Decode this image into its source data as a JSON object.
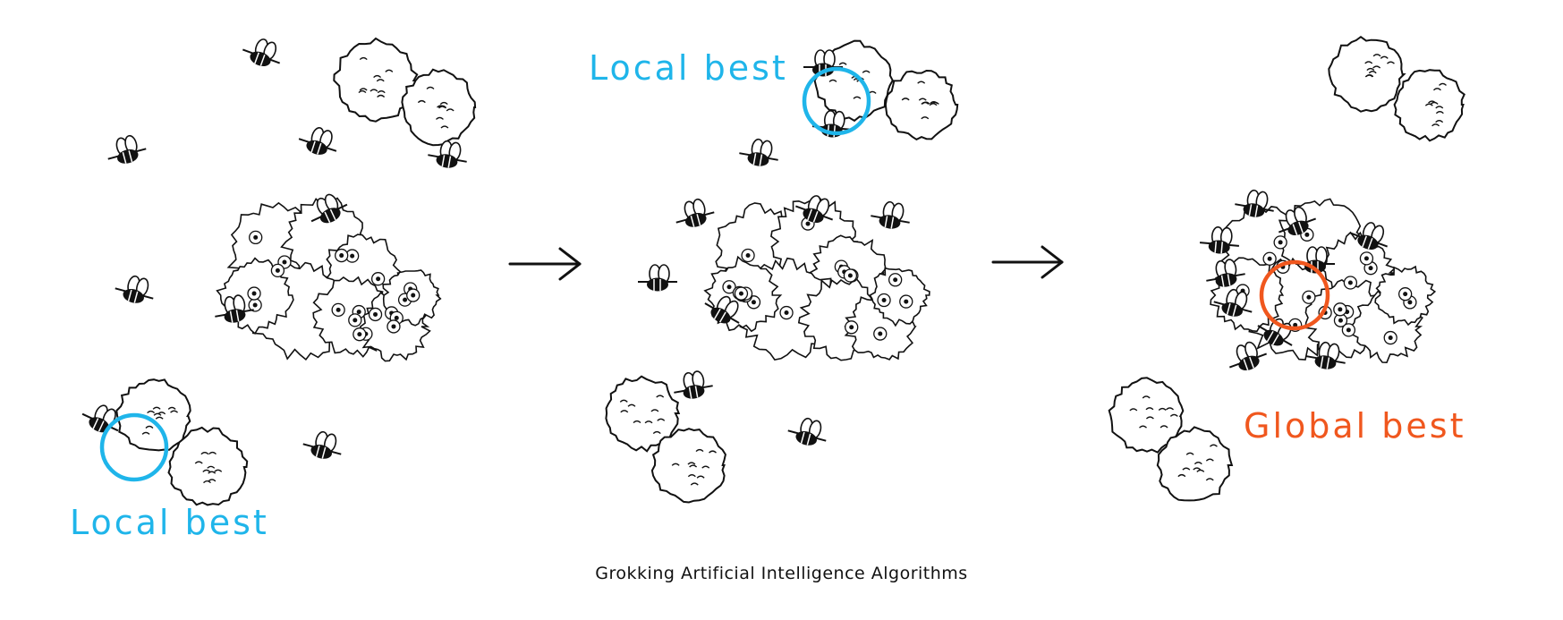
{
  "labels": {
    "local_best_1": "Local best",
    "local_best_2": "Local best",
    "global_best": "Global best"
  },
  "caption": "Grokking Artificial Intelligence Algorithms",
  "colors": {
    "local_best": "#1fb5ea",
    "global_best": "#f0571e",
    "ink": "#111111"
  },
  "icons": {
    "agent": "bee-icon",
    "food_source": "flower-bush-icon",
    "minor_food_source": "shrub-icon",
    "transition": "arrow-right-icon"
  }
}
